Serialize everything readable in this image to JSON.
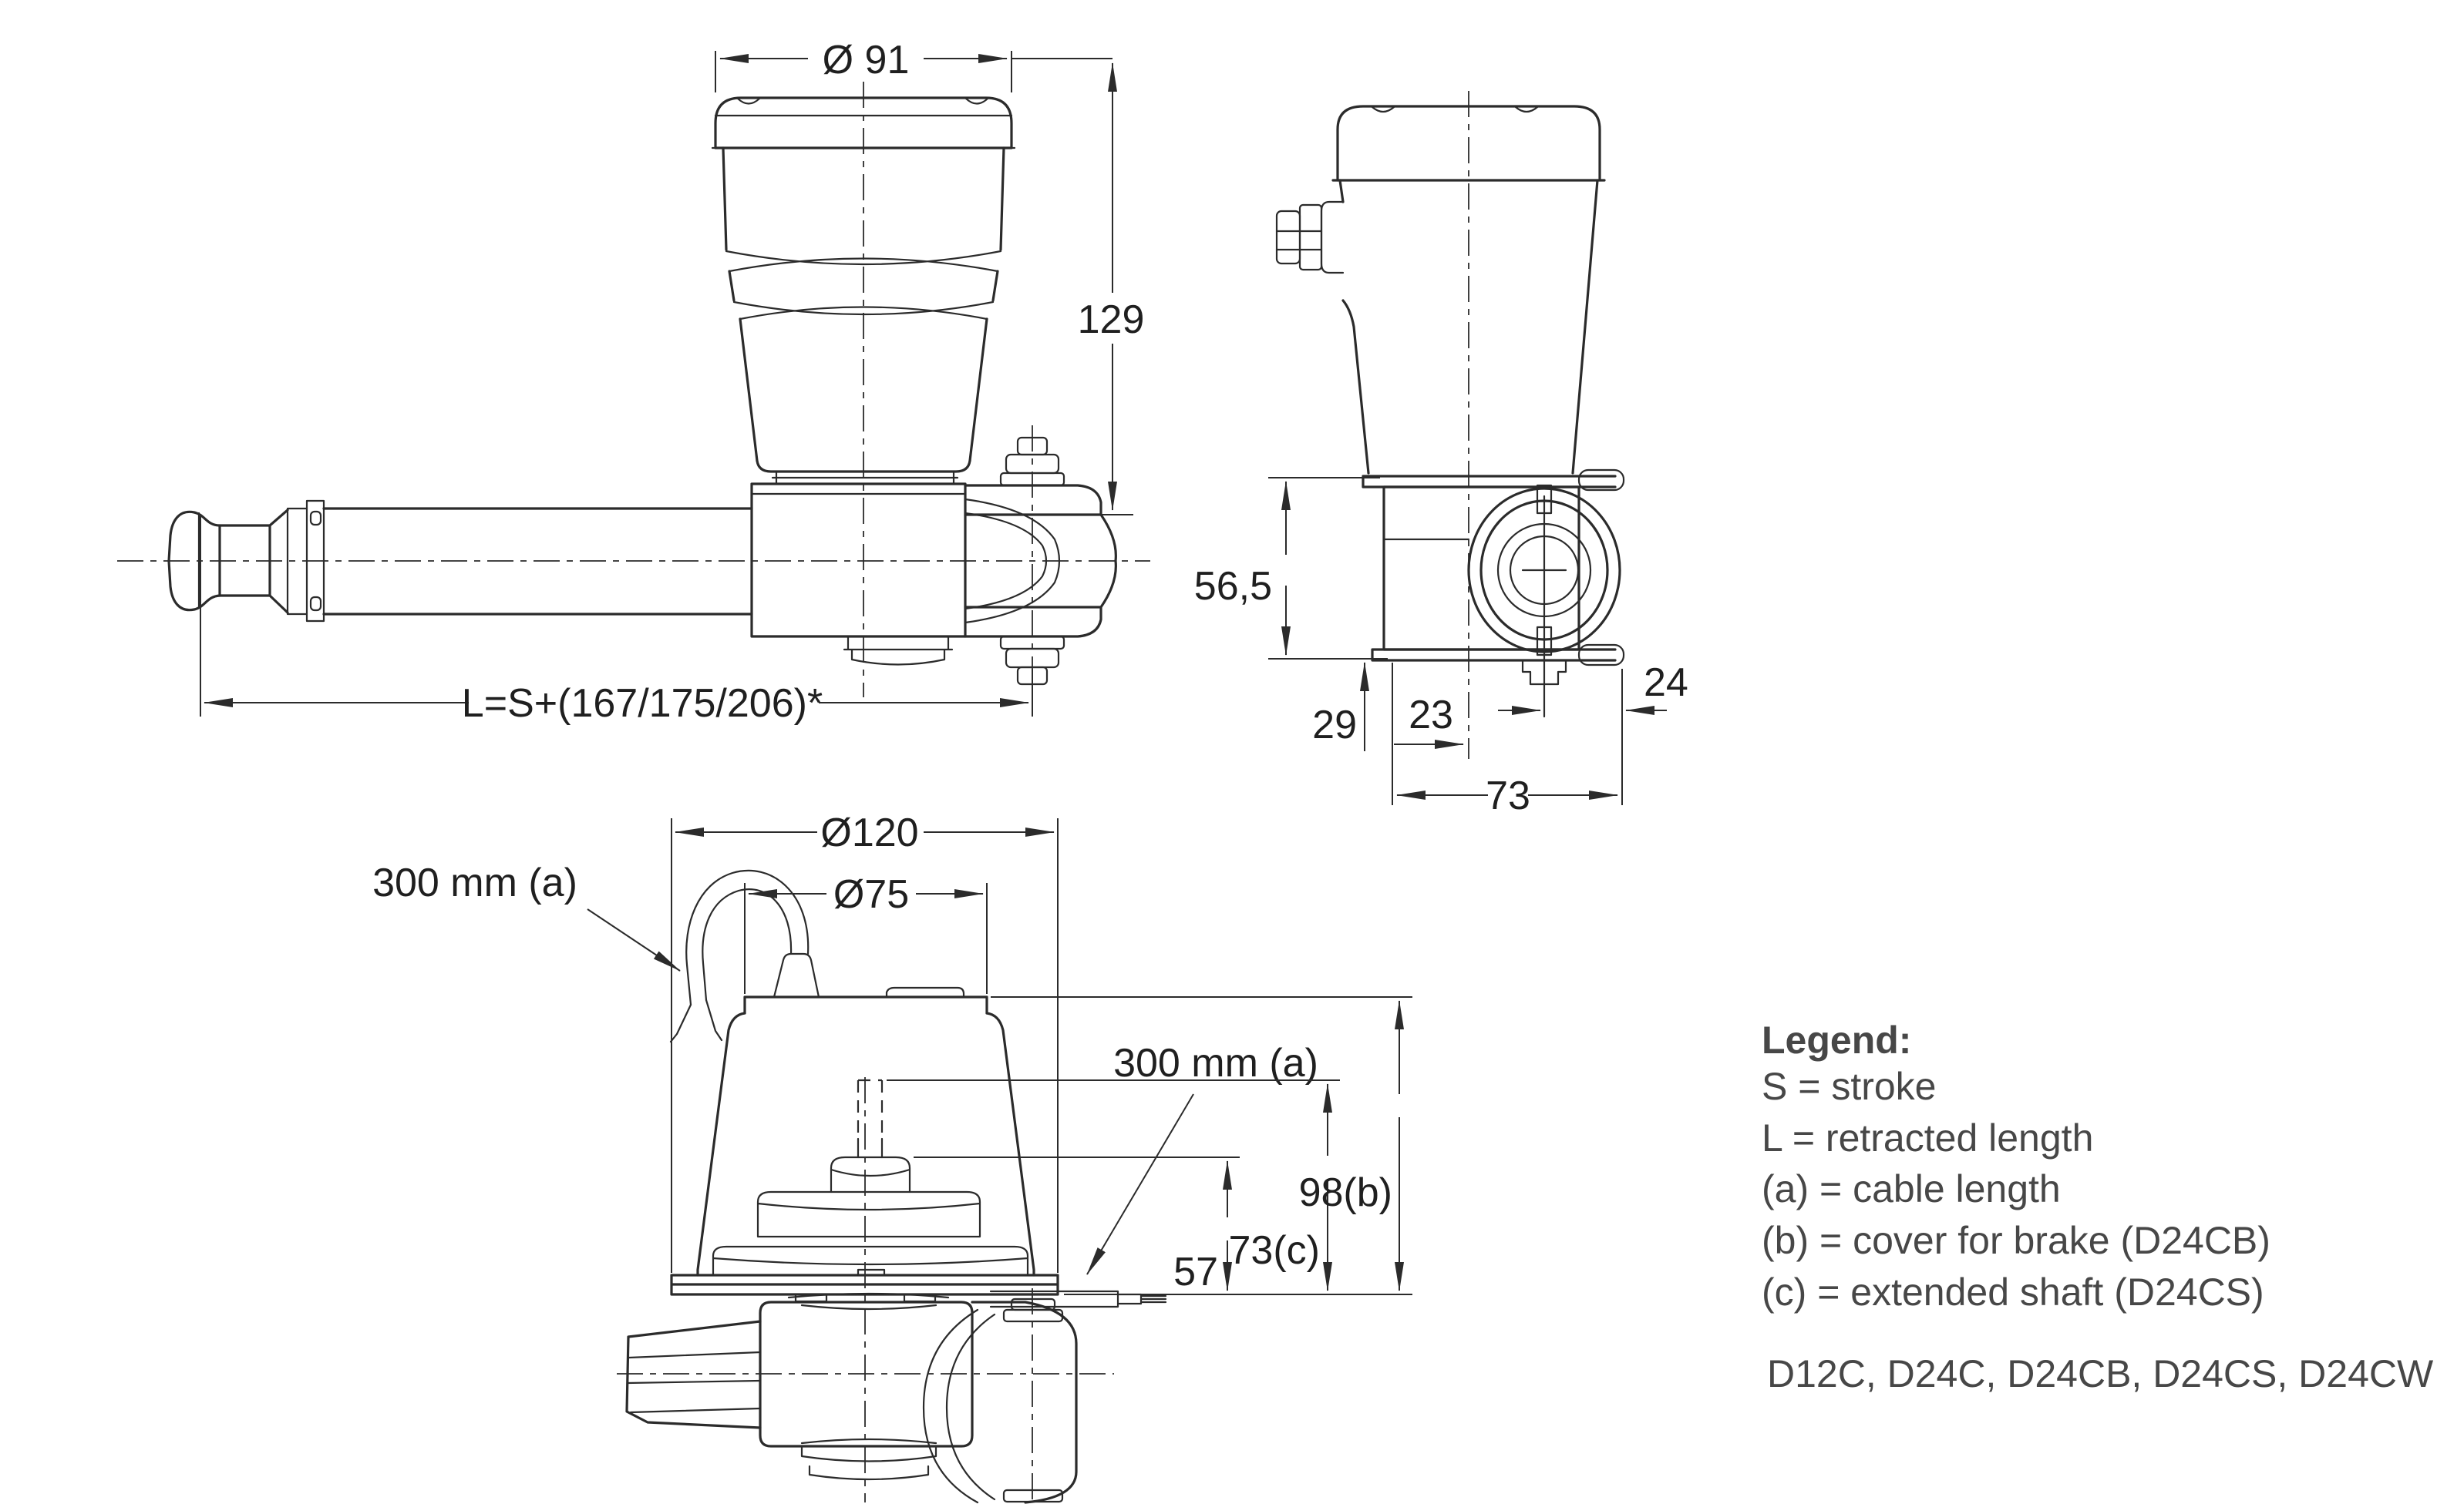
{
  "side_view": {
    "dia_top": "Ø 91",
    "height": "129",
    "length": "L=S+(167/175/206)*"
  },
  "end_view": {
    "height": "56,5",
    "foot_offset": "29",
    "to_center": "23",
    "pin_offset": "24",
    "width": "73"
  },
  "front_view": {
    "cable_top": "300 mm (a)",
    "cable_side": "300 mm (a)",
    "dia_flange": "Ø120",
    "dia_cover": "Ø75",
    "shaft_height": "57",
    "ext_shaft_height": "73(c)",
    "brake_cover_height": "98(b)"
  },
  "legend": {
    "title": "Legend:",
    "items": [
      "S = stroke",
      "L = retracted length",
      "(a) = cable length",
      "(b) = cover for brake (D24CB)",
      "(c) = extended shaft (D24CS)"
    ],
    "models": "D12C, D24C, D24CB, D24CS, D24CW"
  },
  "colors": {
    "line": "#2b2b2b",
    "dim_text": "#1f1f1f",
    "legend_text": "#474747",
    "background": "#ffffff"
  }
}
